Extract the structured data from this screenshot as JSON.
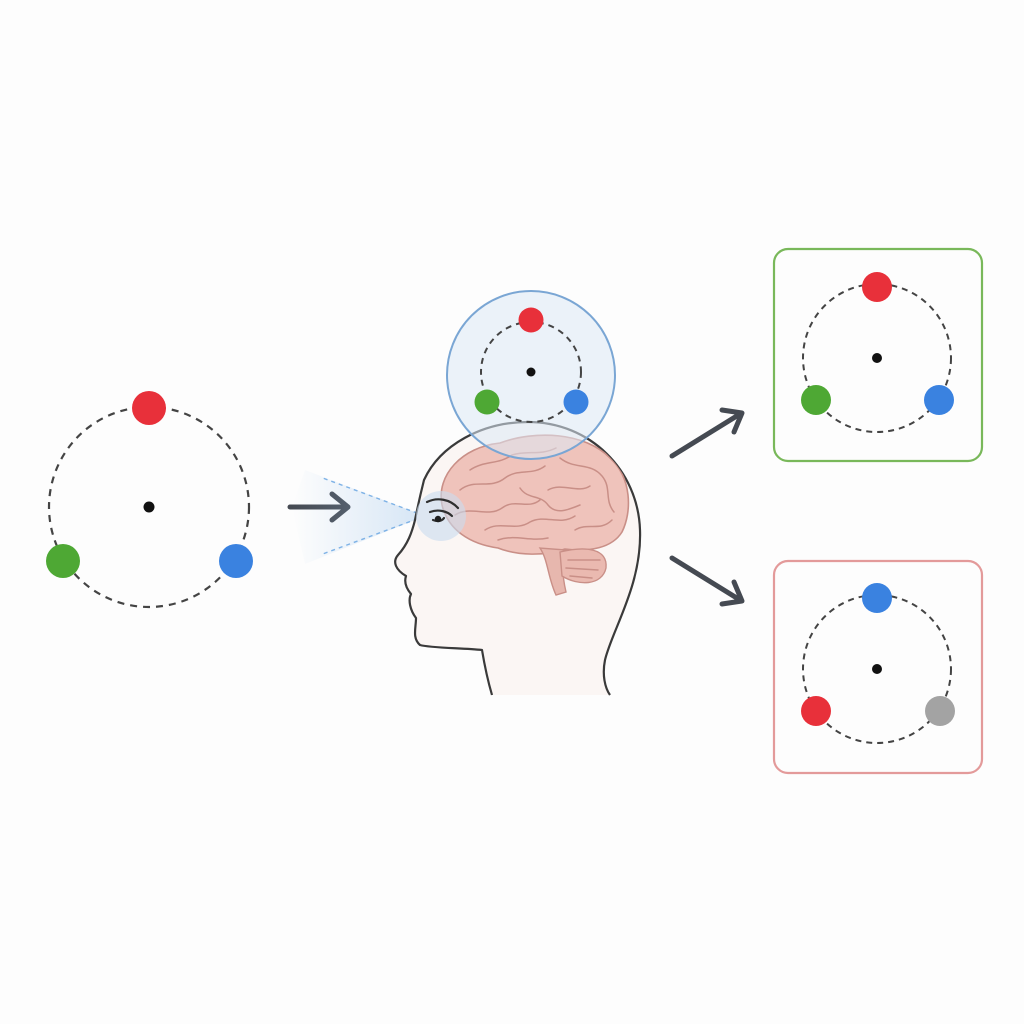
{
  "colors": {
    "background": "#fdfdfd",
    "red": "#e8303a",
    "green": "#4ea834",
    "blue": "#3a82e0",
    "gray": "#a3a3a3",
    "ring_stroke": "#444444",
    "arrow": "#454a52",
    "correct_frame": "#79b85a",
    "wrong_frame": "#e39a9a",
    "memory_bubble_stroke": "#7aa6d4",
    "memory_bubble_fill": "#dde9f6",
    "brain_fill": "#efc3bb",
    "head_fill": "#fbf6f4",
    "head_stroke": "#3a3a3a"
  },
  "diagram": {
    "stimulus": {
      "item_colors": [
        "red",
        "blue",
        "green"
      ]
    },
    "memory": {
      "item_colors": [
        "red",
        "blue",
        "green"
      ]
    },
    "responses": [
      {
        "outcome": "correct",
        "frame_color": "correct_frame",
        "item_colors": [
          "red",
          "blue",
          "green"
        ]
      },
      {
        "outcome": "incorrect",
        "frame_color": "wrong_frame",
        "item_colors": [
          "blue",
          "gray",
          "red"
        ]
      }
    ]
  }
}
